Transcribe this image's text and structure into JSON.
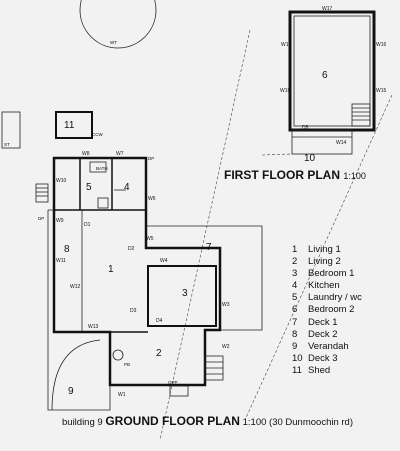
{
  "first_floor": {
    "title": "FIRST FLOOR PLAN",
    "scale": "1:100",
    "rooms": {
      "r6": "6",
      "r10": "10"
    },
    "windows": {
      "w17": "W17",
      "w18": "W18",
      "w16": "W16",
      "w19": "W19",
      "w15": "W15",
      "w14": "W14",
      "d5": "D5"
    }
  },
  "ground_floor": {
    "prefix": "building 9",
    "title": "GROUND FLOOR PLAN",
    "scale": "1:100",
    "suffix": "(30 Dunmoochin rd)",
    "rooms": {
      "r1": "1",
      "r2": "2",
      "r3": "3",
      "r4": "4",
      "r5": "5",
      "r7": "7",
      "r8": "8",
      "r9": "9",
      "r11": "11"
    },
    "windows": {
      "w8": "W8",
      "w7": "W7",
      "w10": "W10",
      "w9": "W9",
      "w6": "W6",
      "w5": "W5",
      "w11": "W11",
      "w12": "W12",
      "w13": "W13",
      "w4": "W4",
      "w3": "W3",
      "w2": "W2",
      "w1": "W1",
      "d1": "D1",
      "d2": "D2",
      "d3": "D3",
      "d4": "D4"
    },
    "notes": {
      "wt": "WT",
      "st": "ST",
      "bath": "BATH",
      "dp": "DP",
      "opp": "OPP",
      "pb": "PB",
      "ccw": "CCW"
    }
  },
  "legend": [
    {
      "num": "1",
      "label": "Living 1"
    },
    {
      "num": "2",
      "label": "Living 2"
    },
    {
      "num": "3",
      "label": "Bedroom 1"
    },
    {
      "num": "4",
      "label": "Kitchen"
    },
    {
      "num": "5",
      "label": "Laundry / wc"
    },
    {
      "num": "6",
      "label": "Bedroom 2"
    },
    {
      "num": "7",
      "label": "Deck 1"
    },
    {
      "num": "8",
      "label": "Deck 2"
    },
    {
      "num": "9",
      "label": "Verandah"
    },
    {
      "num": "10",
      "label": "Deck 3"
    },
    {
      "num": "11",
      "label": "Shed"
    }
  ]
}
